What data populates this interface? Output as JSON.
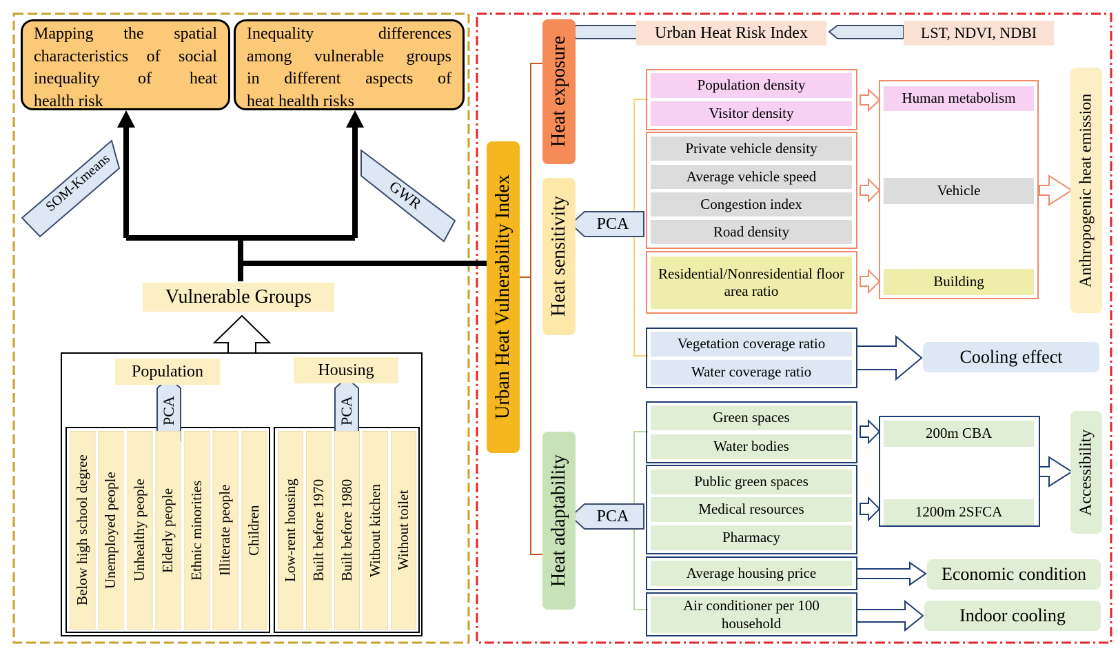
{
  "top_boxes": {
    "left": {
      "lines": [
        "Mapping the spatial",
        "characteristics of social",
        "inequality of heat",
        "health risk"
      ]
    },
    "right": {
      "lines": [
        "Inequality differences",
        "among vulnerable groups",
        "in different aspects of",
        "heat health risks"
      ]
    }
  },
  "methods": {
    "som": "SOM-Kmeans",
    "gwr": "GWR",
    "pca": "PCA"
  },
  "vulnerable_groups": {
    "title": "Vulnerable Groups",
    "population": {
      "title": "Population",
      "items": [
        "Below high school degree",
        "Unemployed people",
        "Unhealthy people",
        "Elderly people",
        "Ethnic minorities",
        "Illiterate people",
        "Children"
      ]
    },
    "housing": {
      "title": "Housing",
      "items": [
        "Low-rent housing",
        "Built before 1970",
        "Built before 1980",
        "Without kitchen",
        "Without toilet"
      ]
    }
  },
  "uhvi": {
    "title": "Urban Heat Vulnerability Index"
  },
  "heat_exposure": {
    "title": "Heat exposure",
    "index": "Urban Heat Risk Index",
    "source": "LST, NDVI, NDBI"
  },
  "heat_sensitivity": {
    "title": "Heat sensitivity",
    "groups": [
      {
        "items": [
          "Population density",
          "Visitor density"
        ],
        "target": "Human metabolism"
      },
      {
        "items": [
          "Private vehicle density",
          "Average vehicle speed",
          "Congestion index",
          "Road density"
        ],
        "target": "Vehicle"
      },
      {
        "items": [
          "Residential/Nonresidential floor area ratio"
        ],
        "target": "Building"
      }
    ],
    "anthropogenic": "Anthropogenic heat emission",
    "cooling": {
      "items": [
        "Vegetation coverage ratio",
        "Water coverage ratio"
      ],
      "target": "Cooling effect"
    }
  },
  "heat_adaptability": {
    "title": "Heat adaptability",
    "groups": [
      {
        "items": [
          "Green spaces",
          "Water bodies"
        ],
        "target": "200m CBA"
      },
      {
        "items": [
          "Public green spaces",
          "Medical resources",
          "Pharmacy"
        ],
        "target": "1200m 2SFCA"
      }
    ],
    "accessibility": "Accessibility",
    "economic": {
      "item": "Average housing price",
      "target": "Economic condition"
    },
    "indoor": {
      "item": "Air conditioner per 100 household",
      "target": "Indoor cooling"
    }
  },
  "colors": {
    "left_dash": "#c8a22b",
    "right_dash": "#e3262a",
    "top_box_fill": "#fcc978",
    "cream": "#fdefc4",
    "pink": "#f7d0f2",
    "gray": "#dcdcdc",
    "yellow": "#eeeeaa",
    "blue": "#dde8f4",
    "green": "#e1eed6",
    "orange_frame": "#f08a6a",
    "navy_frame": "#1f3b73",
    "exposure_fill": "#f58b57",
    "sensitivity_fill": "#fde7a9",
    "adaptability_fill": "#c8e1b6",
    "uhvi_fill": "#f5b71d"
  }
}
